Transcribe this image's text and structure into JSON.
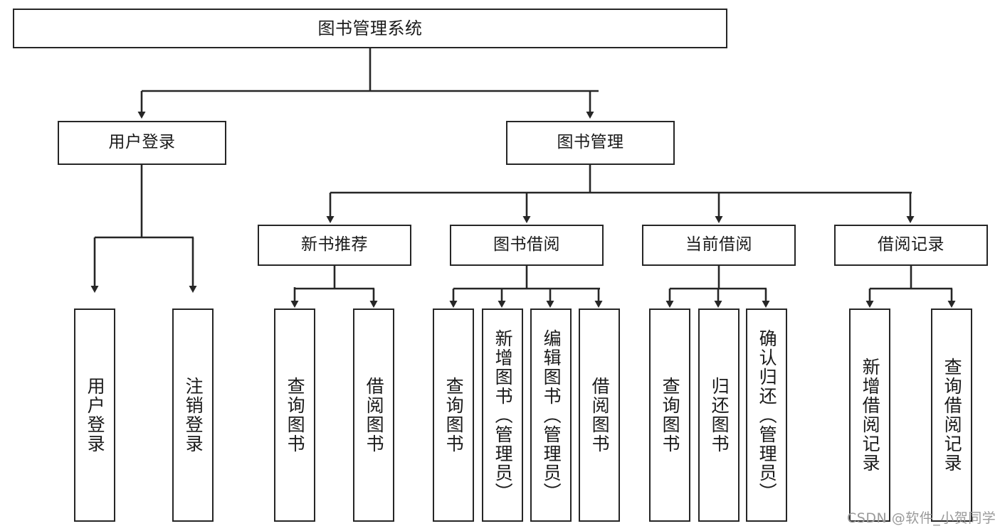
{
  "diagram": {
    "title": "图书管理系统",
    "type": "hierarchy-tree",
    "colors": {
      "box_border": "#262626",
      "box_fill": "#ffffff",
      "edge": "#262626",
      "text": "#1a1a1a",
      "watermark": "#9a9a9a",
      "background": "#ffffff"
    },
    "watermark": "CSDN @软件_小贺同学"
  },
  "nodes": {
    "root": {
      "label": "图书管理系统"
    },
    "level2": [
      {
        "label": "用户登录"
      },
      {
        "label": "图书管理"
      }
    ],
    "level3": [
      {
        "label": "新书推荐"
      },
      {
        "label": "图书借阅"
      },
      {
        "label": "当前借阅"
      },
      {
        "label": "借阅记录"
      }
    ],
    "leaves": {
      "user_login": [
        {
          "label": "用户登录"
        },
        {
          "label": "注销登录"
        }
      ],
      "new_book": [
        {
          "label": "查询图书"
        },
        {
          "label": "借阅图书"
        }
      ],
      "book_borrow": [
        {
          "label": "查询图书"
        },
        {
          "label": "新增图书（管理员）"
        },
        {
          "label": "编辑图书（管理员）"
        },
        {
          "label": "借阅图书"
        }
      ],
      "current_borrow": [
        {
          "label": "查询图书"
        },
        {
          "label": "归还图书"
        },
        {
          "label": "确认归还（管理员）"
        }
      ],
      "borrow_record": [
        {
          "label": "新增借阅记录"
        },
        {
          "label": "查询借阅记录"
        }
      ]
    }
  }
}
